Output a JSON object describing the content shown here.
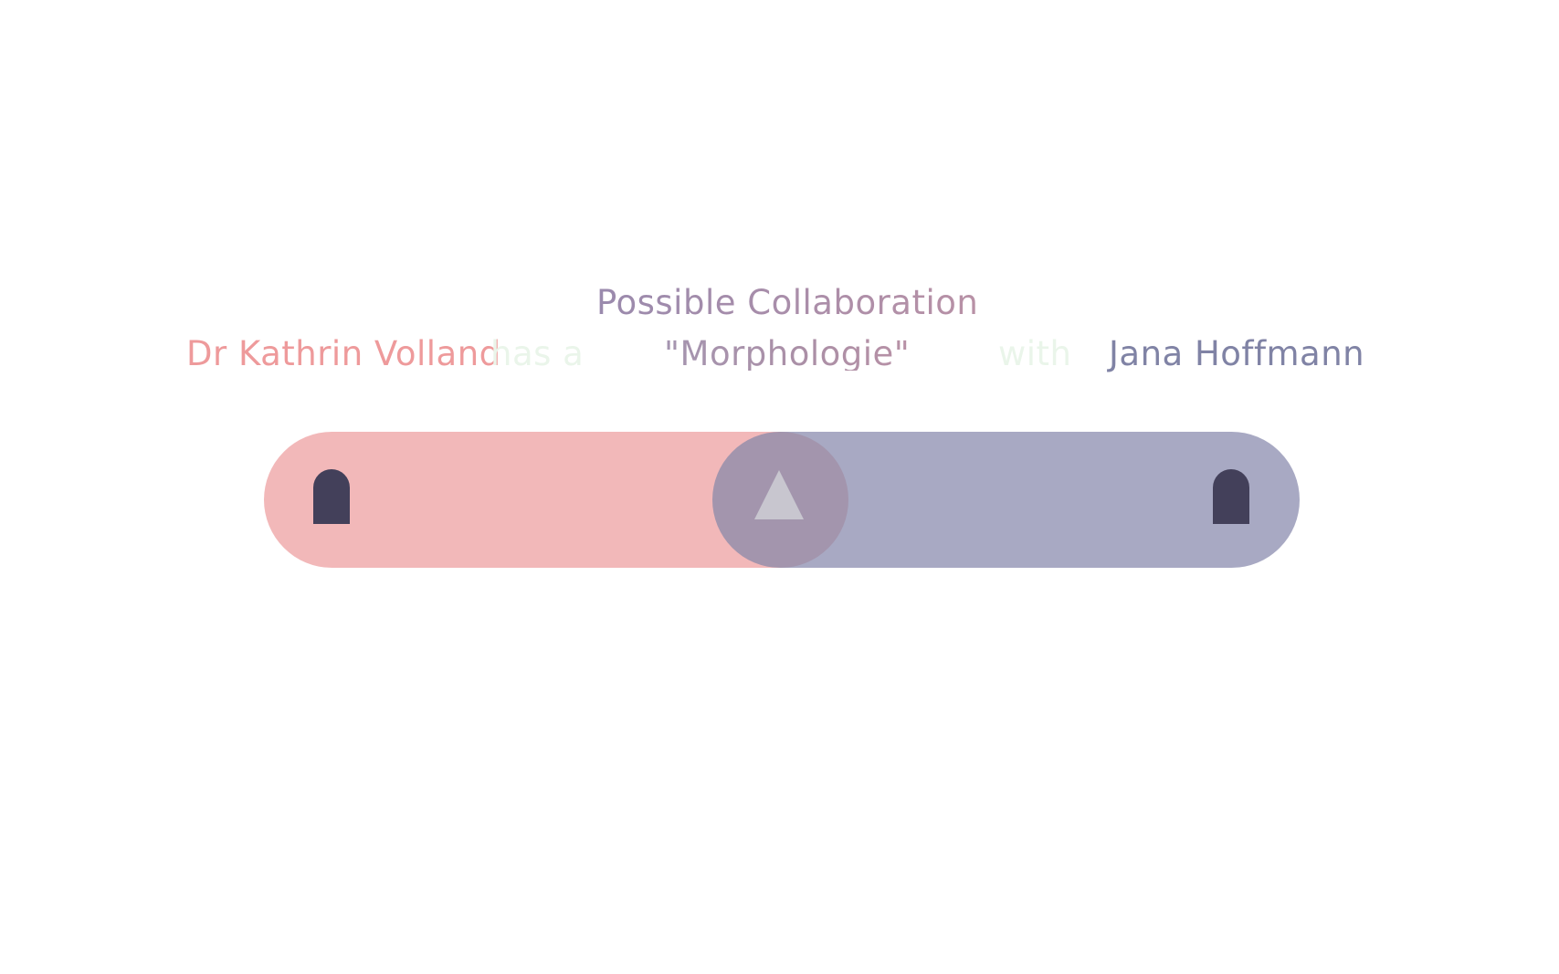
{
  "collaboration": {
    "title": "Possible Collaboration",
    "person_a": "Dr Kathrin Volland",
    "connector_a": "has a",
    "topic": "\"Morphologie\"",
    "connector_b": "with",
    "person_b": "Jana Hoffmann"
  },
  "colors": {
    "person_a": "#ee9a9b",
    "person_b": "#8083a5",
    "bar_left": "#f2b8b9",
    "bar_right": "#a8a9c3",
    "knob": "#a395ad",
    "arch": "#43405a",
    "triangle": "#c8c6cf",
    "connector": "#eaf5ea"
  },
  "icons": {
    "person_a_marker": "arch-marker-icon",
    "person_b_marker": "arch-marker-icon",
    "knob_symbol": "triangle-up-icon"
  }
}
